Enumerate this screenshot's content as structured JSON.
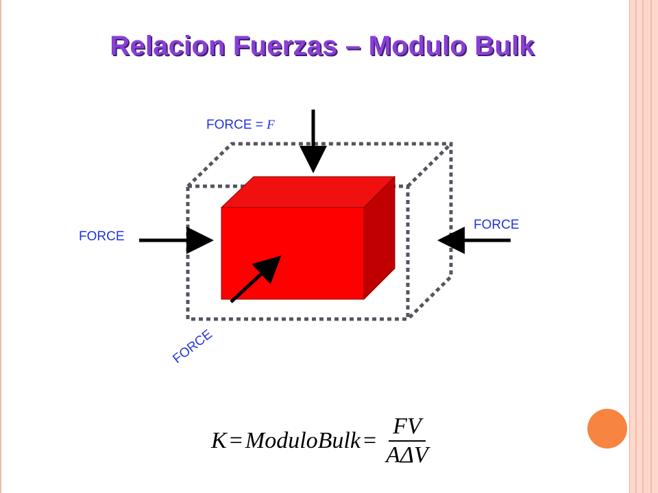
{
  "slide": {
    "title": "Relacion Fuerzas – Modulo Bulk"
  },
  "diagram": {
    "labels": {
      "force_top": "FORCE",
      "force_top_eq": "=",
      "force_top_var": "F",
      "force_left": "FORCE",
      "force_right": "FORCE",
      "force_bottom": "FORCE"
    }
  },
  "formula": {
    "lhs": "K",
    "eq1": "=",
    "name": "ModuloBulk",
    "eq2": "=",
    "numerator": "FV",
    "denominator": "AΔV"
  },
  "colors": {
    "title": "#8a3fd6",
    "label": "#2233dd",
    "box_front": "#ff0000",
    "box_top": "#f01010",
    "box_side": "#c00000",
    "dashed_outline": "#55555f",
    "accent_circle": "#f78440"
  }
}
